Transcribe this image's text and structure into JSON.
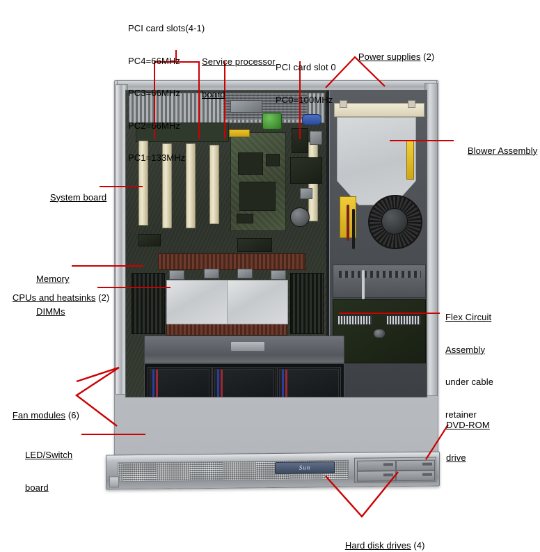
{
  "diagram": {
    "title": "Server chassis component callout diagram",
    "accent_color": "#cc0000",
    "background_color": "#ffffff"
  },
  "callouts": {
    "pci_slots_4_1": {
      "line1": "PCI card slots(4-1)",
      "line2": "PC4=66MHz",
      "line3": "PC3=66MHz",
      "line4": "PC2=66MHz",
      "line5": "PC1=133MHz"
    },
    "service_processor_board": {
      "line1": "Service processor",
      "line2": "board"
    },
    "pci_card_slot_0": {
      "line1": "PCI card slot 0",
      "line2": "PC0=100MHz"
    },
    "power_supplies": {
      "label": "Power supplies",
      "count": "(2)"
    },
    "blower_assembly": {
      "label": "Blower Assembly"
    },
    "system_board": {
      "label": "System board"
    },
    "memory_dimms": {
      "line1": "Memory",
      "line2": "DIMMs"
    },
    "cpus_and_heatsinks": {
      "label": "CPUs and heatsinks",
      "count": "(2)"
    },
    "flex_circuit_assembly": {
      "line1": "Flex Circuit",
      "line2": "Assembly",
      "line3": "under cable",
      "line4": "retainer"
    },
    "fan_modules": {
      "label": "Fan modules",
      "count": "(6)"
    },
    "led_switch_board": {
      "line1": "LED/Switch",
      "line2": "board"
    },
    "dvd_rom_drive": {
      "line1": "DVD-ROM",
      "line2": "drive"
    },
    "hard_disk_drives": {
      "label": "Hard disk drives",
      "count": "(4)"
    }
  },
  "photo": {
    "sun_badge_text": "Sun",
    "fan_module_count": 6,
    "pci_slot_count": 5,
    "cpu_count": 2,
    "hard_disk_count": 4,
    "power_supply_count": 2
  }
}
